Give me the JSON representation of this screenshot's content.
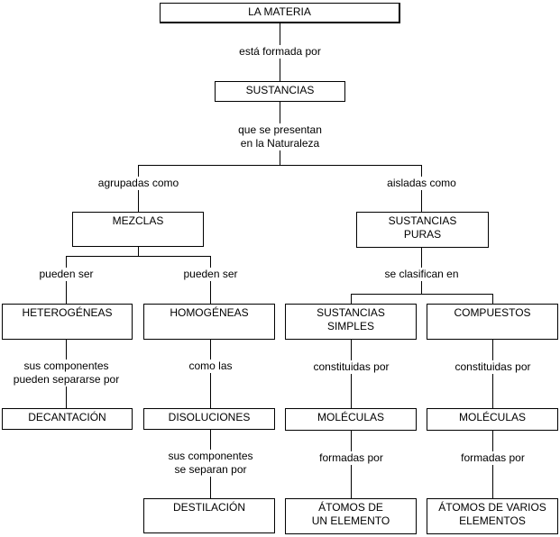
{
  "nodes": {
    "materia": "LA MATERIA",
    "sustancias": "SUSTANCIAS",
    "mezclas": "MEZCLAS",
    "sustancias_puras": "SUSTANCIAS\nPURAS",
    "heterogeneas": "HETEROGÉNEAS",
    "homogeneas": "HOMOGÉNEAS",
    "sustancias_simples": "SUSTANCIAS\nSIMPLES",
    "compuestos": "COMPUESTOS",
    "decantacion": "DECANTACIÓN",
    "disoluciones": "DISOLUCIONES",
    "moleculas_simples": "MOLÉCULAS",
    "moleculas_compuestos": "MOLÉCULAS",
    "destilacion": "DESTILACIÓN",
    "atomos_elemento": "ÁTOMOS DE\nUN ELEMENTO",
    "atomos_varios": "ÁTOMOS DE VARIOS\nELEMENTOS"
  },
  "links": {
    "esta_formada_por": "está formada por",
    "que_se_presentan": "que se presentan\nen la Naturaleza",
    "agrupadas_como": "agrupadas como",
    "aisladas_como": "aisladas como",
    "pueden_ser_1": "pueden ser",
    "pueden_ser_2": "pueden ser",
    "se_clasifican_en": "se clasifican en",
    "sus_componentes_pueden": "sus componentes\npueden separarse por",
    "como_las": "como las",
    "constituidas_por_1": "constituidas por",
    "constituidas_por_2": "constituidas por",
    "sus_componentes_separan": "sus componentes\nse separan por",
    "formadas_por_1": "formadas por",
    "formadas_por_2": "formadas por"
  }
}
